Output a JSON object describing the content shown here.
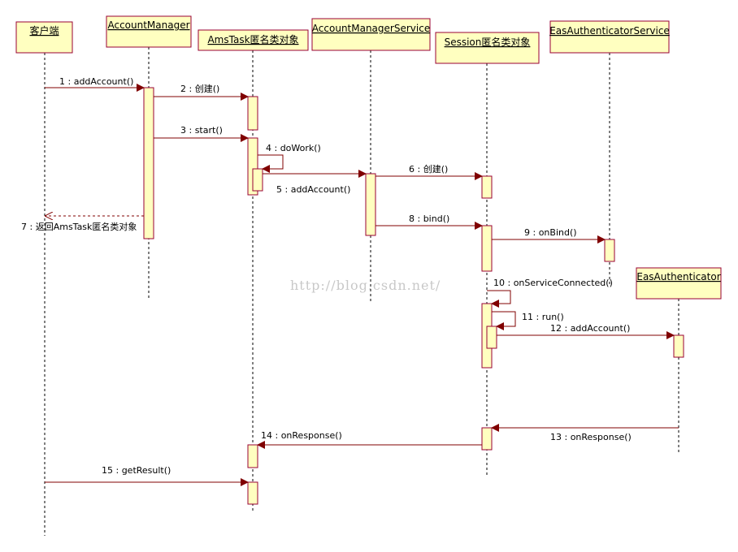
{
  "colors": {
    "box_fill": "#ffffc0",
    "box_stroke": "#990033",
    "lifeline": "#000000",
    "message": "#800000"
  },
  "objects": [
    {
      "id": "client",
      "label": "客户端"
    },
    {
      "id": "am",
      "label": "AccountManager"
    },
    {
      "id": "amstask",
      "label": "AmsTask匿名类对象"
    },
    {
      "id": "ams",
      "label": "AccountManagerService"
    },
    {
      "id": "session",
      "label": "Session匿名类对象"
    },
    {
      "id": "eas_service",
      "label": "EasAuthenticatorService"
    },
    {
      "id": "eas_auth",
      "label": "EasAuthenticator"
    }
  ],
  "messages": [
    {
      "label": "1 : addAccount()"
    },
    {
      "label": "2 : 创建()"
    },
    {
      "label": "3 : start()"
    },
    {
      "label": "4 : doWork()"
    },
    {
      "label": "5 : addAccount()"
    },
    {
      "label": "6 : 创建()"
    },
    {
      "label": "7 : 返回AmsTask匿名类对象"
    },
    {
      "label": "8 : bind()"
    },
    {
      "label": "9 : onBind()"
    },
    {
      "label": "10 : onServiceConnected()"
    },
    {
      "label": "11 : run()"
    },
    {
      "label": "12 : addAccount()"
    },
    {
      "label": "13 : onResponse()"
    },
    {
      "label": "14 : onResponse()"
    },
    {
      "label": "15 : getResult()"
    }
  ],
  "watermark": "http://blog.csdn.net/"
}
